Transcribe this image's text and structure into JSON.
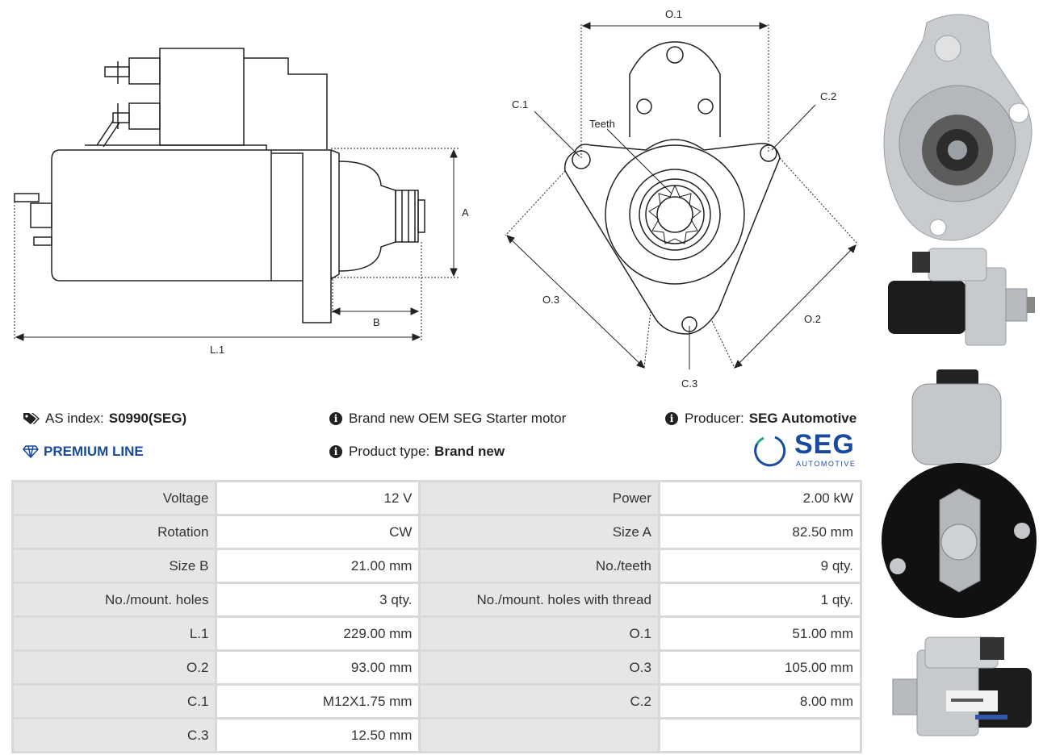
{
  "diagram_labels": {
    "side": {
      "a": "A",
      "b": "B",
      "l1": "L.1"
    },
    "front": {
      "o1": "O.1",
      "o2": "O.2",
      "o3": "O.3",
      "c1": "C.1",
      "c2": "C.2",
      "c3": "C.3",
      "teeth": "Teeth"
    }
  },
  "info": {
    "as_index_label": "AS index:",
    "as_index_value": "S0990(SEG)",
    "premium": "PREMIUM LINE",
    "description": "Brand new OEM SEG Starter motor",
    "product_type_label": "Product type:",
    "product_type_value": "Brand new",
    "producer_label": "Producer:",
    "producer_value": "SEG Automotive"
  },
  "logo": {
    "name": "SEG",
    "sub": "AUTOMOTIVE",
    "color": "#1a4a9c",
    "accent": "#1aa88a"
  },
  "specs": [
    [
      "Voltage",
      "12 V",
      "Power",
      "2.00 kW"
    ],
    [
      "Rotation",
      "CW",
      "Size A",
      "82.50 mm"
    ],
    [
      "Size B",
      "21.00 mm",
      "No./teeth",
      "9 qty."
    ],
    [
      "No./mount. holes",
      "3 qty.",
      "No./mount. holes with thread",
      "1 qty."
    ],
    [
      "L.1",
      "229.00 mm",
      "O.1",
      "51.00 mm"
    ],
    [
      "O.2",
      "93.00 mm",
      "O.3",
      "105.00 mm"
    ],
    [
      "C.1",
      "M12X1.75 mm",
      "C.2",
      "8.00 mm"
    ],
    [
      "C.3",
      "12.50 mm",
      "",
      ""
    ]
  ]
}
